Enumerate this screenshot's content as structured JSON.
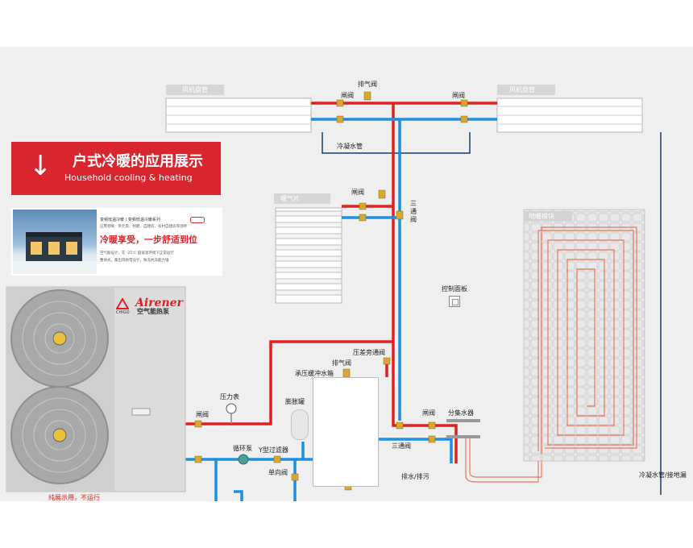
{
  "banner": {
    "arrow": "↓",
    "title": "户式冷暖的应用展示",
    "subtitle": "Household cooling & heating"
  },
  "promo": {
    "line1": "变频低温冷暖 / 变频低温冷暖系列",
    "line2": "应用领域：单元房、别墅、自建房、农村自建房等场所",
    "headline": "冷暖享受，一步舒适到位",
    "bullet1": "空气能设计，在 -25℃ 超低温环境下正常运行",
    "bullet2": "整体式，集出风防雪设计，防冻抗冻能力强"
  },
  "unit": {
    "brand": "Airener",
    "brand_prefix": "CHIGO",
    "subtitle": "空气能热泵",
    "color": "#e21d27"
  },
  "panels": {
    "fan_coil_left": "风机盘管",
    "fan_coil_right": "风机盘管",
    "radiator": "暖气片",
    "floor_heating": "地暖模块"
  },
  "labels": {
    "gate_valve": "闸阀",
    "vent_valve": "排气阀",
    "condensate_pipe": "冷凝水管",
    "three_way_valve": "三通阀",
    "three_way": "三通阀",
    "control_panel": "控制面板",
    "bypass_valve": "压差旁通阀",
    "buffer_tank": "承压缓冲水箱",
    "pressure_gauge": "压力表",
    "expansion_tank": "膨胀罐",
    "circulation_pump": "循环泵",
    "y_filter": "Y型过滤器",
    "check_valve": "单向阀",
    "drain": "排水/排污",
    "manifold": "分集水器",
    "condensate_floor_drain": "冷凝水管/接地漏"
  },
  "colors": {
    "supply": "#e02020",
    "return": "#1e90e0",
    "brass": "#d9a832",
    "banner": "#d9252e",
    "floor_loop": "#e67a5a"
  },
  "icons": [
    "down-arrow-icon",
    "fan-icon",
    "pressure-gauge-icon",
    "pump-icon",
    "valve-icon"
  ],
  "disclaimer": "纯展示用，不运行"
}
